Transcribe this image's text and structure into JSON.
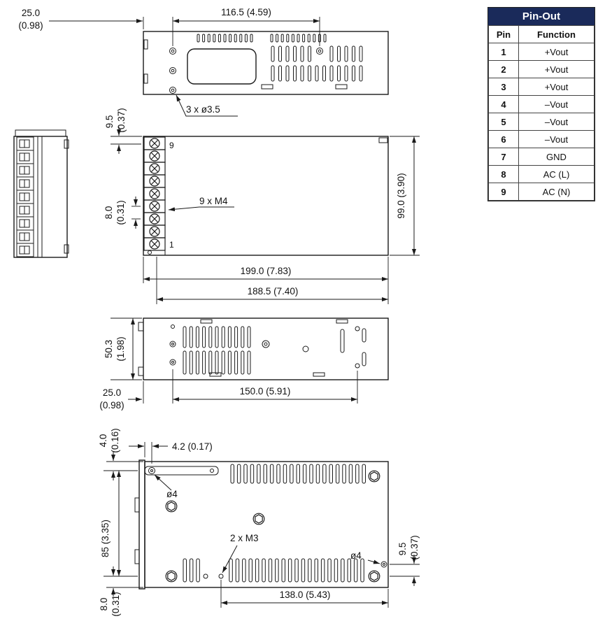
{
  "pinout": {
    "title": "Pin-Out",
    "headers": {
      "pin": "Pin",
      "function": "Function"
    },
    "rows": [
      {
        "pin": "1",
        "function": "+Vout"
      },
      {
        "pin": "2",
        "function": "+Vout"
      },
      {
        "pin": "3",
        "function": "+Vout"
      },
      {
        "pin": "4",
        "function": "–Vout"
      },
      {
        "pin": "5",
        "function": "–Vout"
      },
      {
        "pin": "6",
        "function": "–Vout"
      },
      {
        "pin": "7",
        "function": "GND"
      },
      {
        "pin": "8",
        "function": "AC (L)"
      },
      {
        "pin": "9",
        "function": "AC (N)"
      }
    ]
  },
  "views": {
    "top": {
      "dim_left_mm": "25.0",
      "dim_left_in": "(0.98)",
      "dim_holes": "116.5 (4.59)",
      "callout_holes": "3 x ø3.5"
    },
    "front": {
      "dim_top_pitch_mm": "9.5",
      "dim_top_pitch_in": "(0.37)",
      "dim_pitch_mm": "8.0",
      "dim_pitch_in": "(0.31)",
      "dim_height": "99.0 (3.90)",
      "dim_length": "199.0 (7.83)",
      "dim_body": "188.5 (7.40)",
      "terminal_top": "9",
      "terminal_bottom": "1",
      "callout_terminals": "9 x M4"
    },
    "bottom": {
      "dim_depth_mm": "50.3",
      "dim_depth_in": "(1.98)",
      "dim_offset_mm": "25.0",
      "dim_offset_in": "(0.98)",
      "dim_holes": "150.0 (5.91)"
    },
    "side": {
      "dim_top_offset_mm": "4.0",
      "dim_top_offset_in": "(0.16)",
      "dim_flange": "4.2 (0.17)",
      "callout_hole_top": "ø4",
      "dim_height": "85 (3.35)",
      "callout_screws": "2 x M3",
      "callout_hole_right": "ø4",
      "dim_right_mm": "9.5",
      "dim_right_in": "(0.37)",
      "dim_bottom_mm": "8.0",
      "dim_bottom_in": "(0.31)",
      "dim_holes": "138.0 (5.43)"
    }
  },
  "colors": {
    "pinout_header_bg": "#1a2a5a",
    "pinout_header_text": "#ffffff",
    "line": "#1a1a1a"
  }
}
